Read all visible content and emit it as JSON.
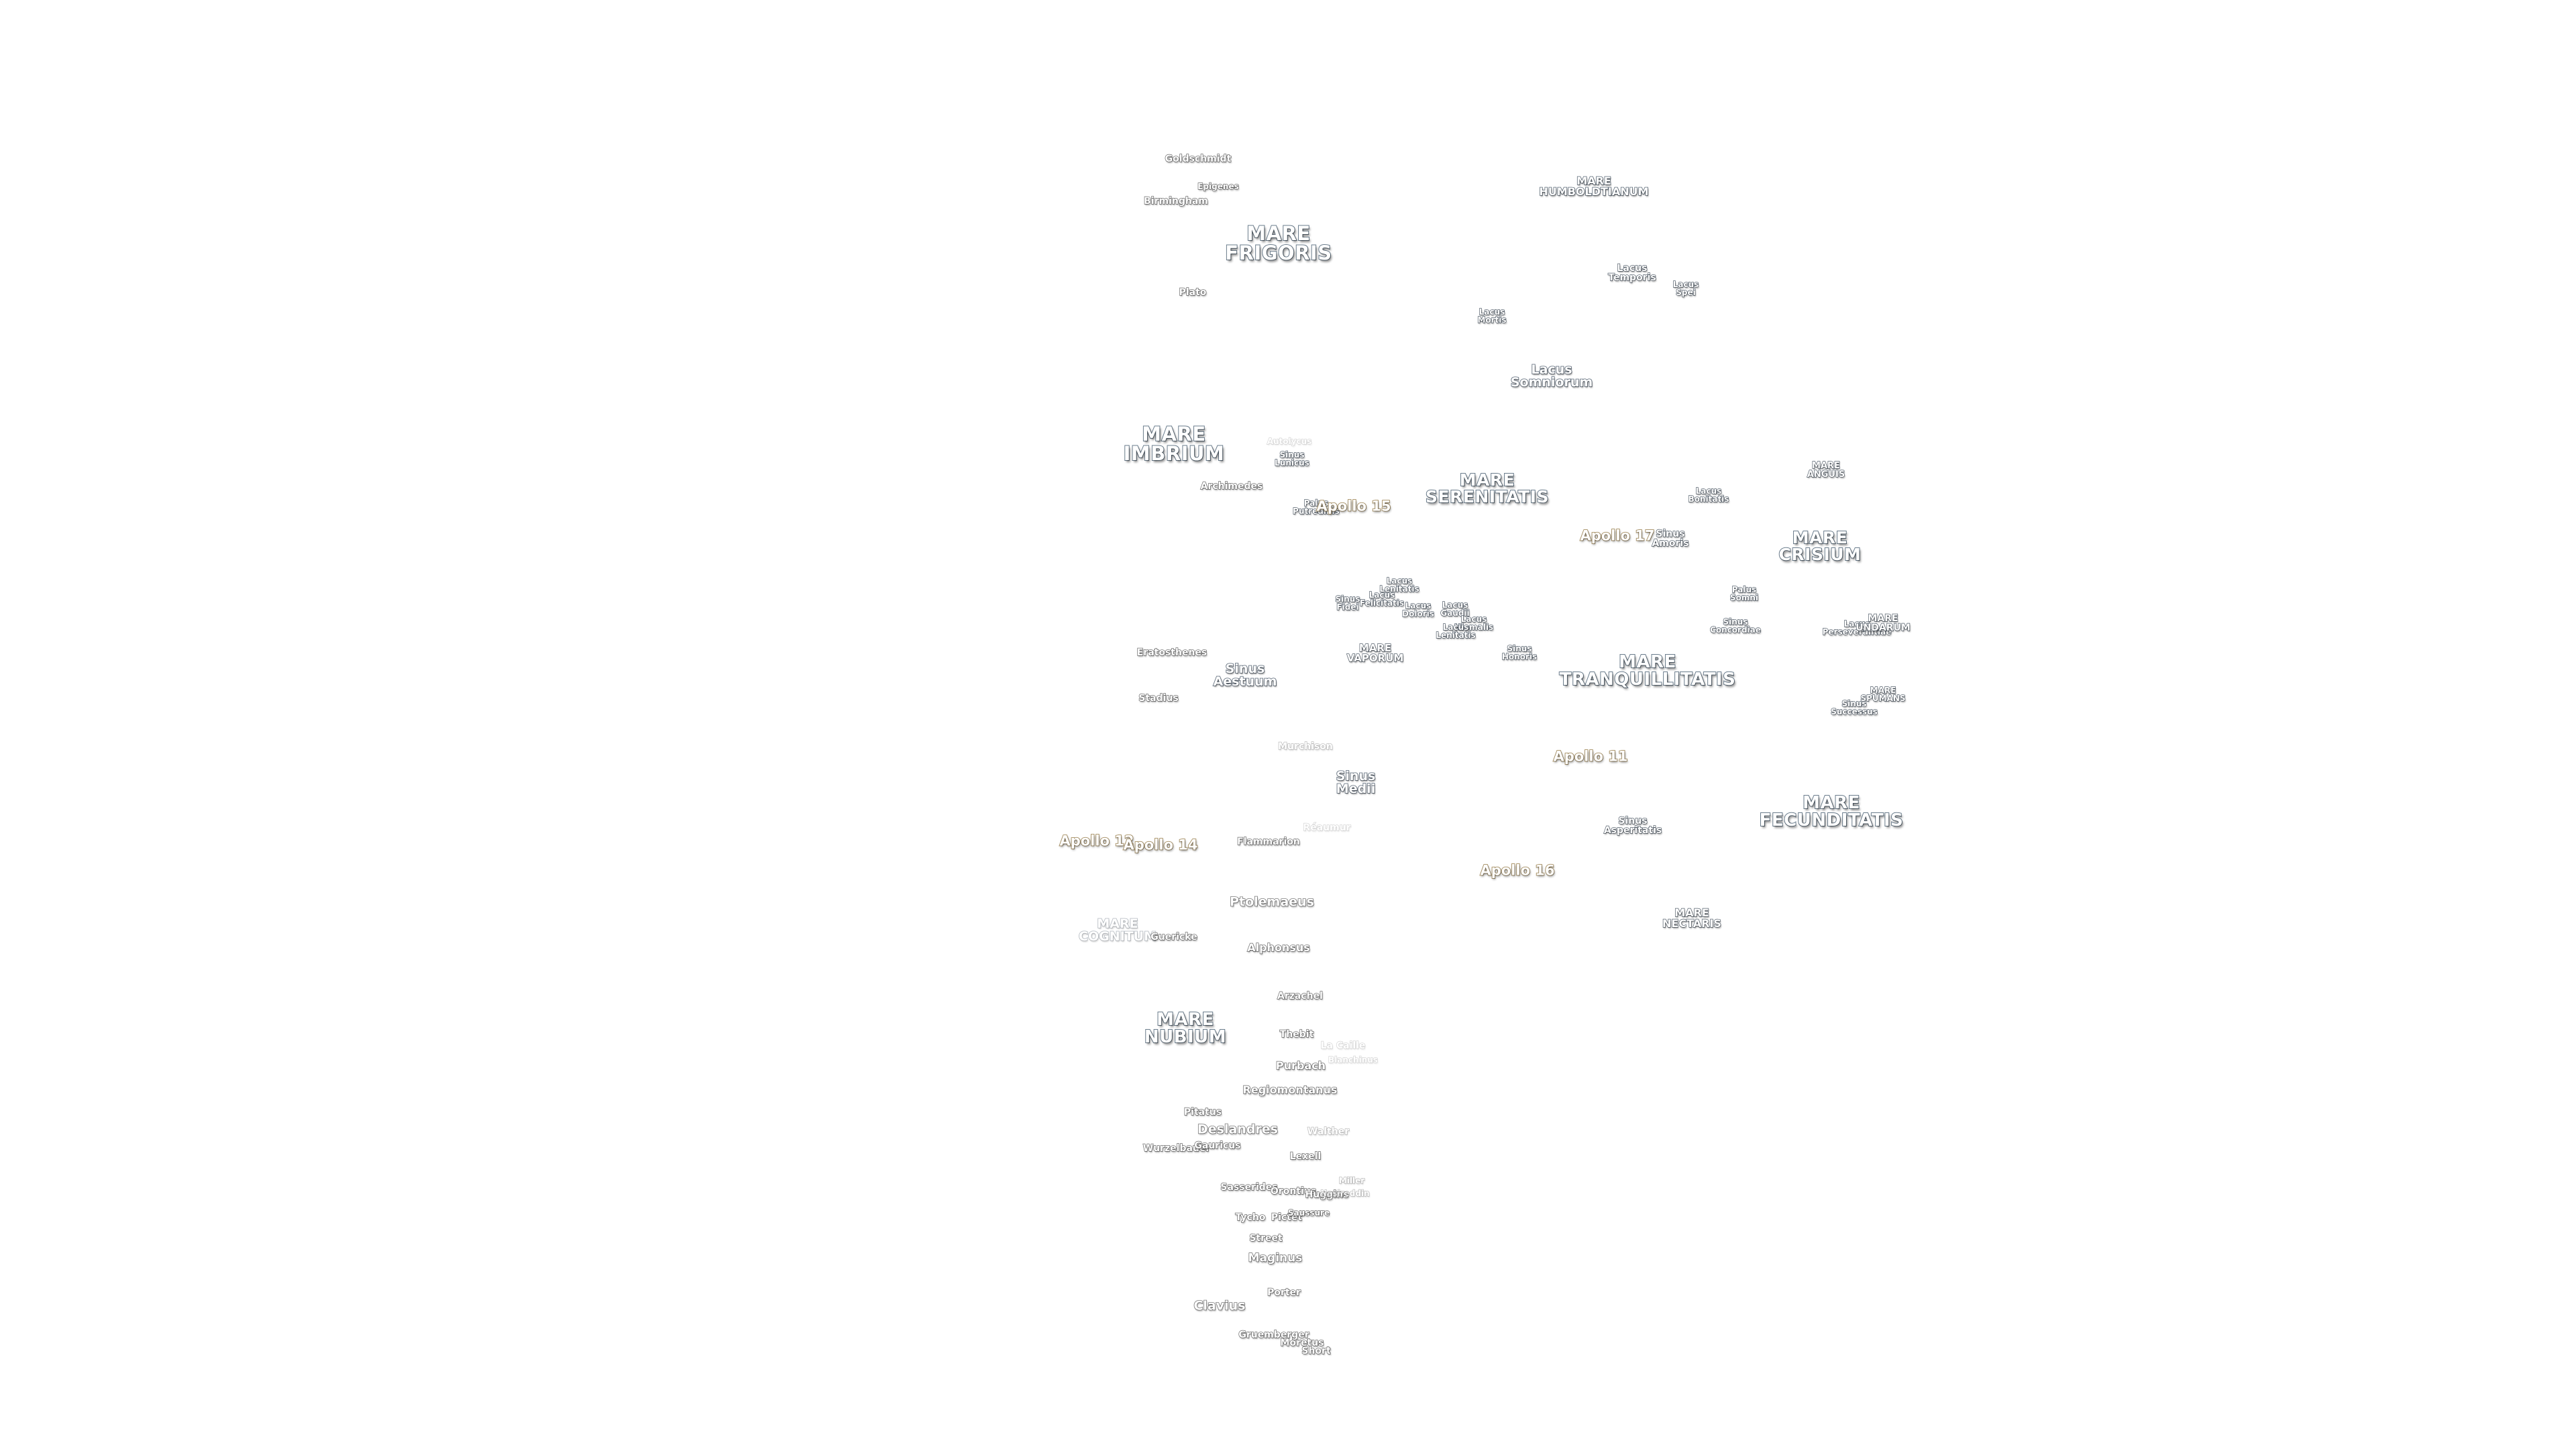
{
  "map": {
    "labels": [
      {
        "kind": "crater",
        "text": "Goldschmidt",
        "id": "goldschmidt"
      },
      {
        "kind": "crater",
        "text": "Epigenes",
        "id": "epigenes"
      },
      {
        "kind": "crater",
        "text": "Birmingham",
        "id": "birmingham"
      },
      {
        "kind": "mare",
        "text": "MARE\nFRIGORIS",
        "id": "mare-frigoris"
      },
      {
        "kind": "crater",
        "text": "Plato",
        "id": "plato"
      },
      {
        "kind": "mare-sm",
        "text": "MARE\nHUMBOLDTIANUM",
        "id": "mare-humboldtianum"
      },
      {
        "kind": "sm",
        "text": "Lacus\nTemporis",
        "id": "lacus-temporis"
      },
      {
        "kind": "sm",
        "text": "Lacus\nSpei",
        "id": "lacus-spei"
      },
      {
        "kind": "sm",
        "text": "Lacus\nMortis",
        "id": "lacus-mortis"
      },
      {
        "kind": "lacus",
        "text": "Lacus\nSomniorum",
        "id": "lacus-somniorum"
      },
      {
        "kind": "mare",
        "text": "MARE\nIMBRIUM",
        "id": "mare-imbrium"
      },
      {
        "kind": "crater",
        "text": "Autolycus",
        "id": "autolycus"
      },
      {
        "kind": "sm",
        "text": "Sinus\nLunicus",
        "id": "sinus-lunicus"
      },
      {
        "kind": "crater",
        "text": "Archimedes",
        "id": "archimedes"
      },
      {
        "kind": "sm",
        "text": "Palus\nPutredinis",
        "id": "palus-putredinis"
      },
      {
        "kind": "apollo",
        "text": "Apollo 15",
        "id": "apollo-15"
      },
      {
        "kind": "mare",
        "text": "MARE\nSERENITATIS",
        "id": "mare-serenitatis"
      },
      {
        "kind": "sm",
        "text": "Lacus\nBonitatis",
        "id": "lacus-bonitatis"
      },
      {
        "kind": "sm",
        "text": "MARE\nANGUIS",
        "id": "mare-anguis"
      },
      {
        "kind": "apollo",
        "text": "Apollo 17",
        "id": "apollo-17"
      },
      {
        "kind": "sm",
        "text": "Sinus\nAmoris",
        "id": "sinus-amoris"
      },
      {
        "kind": "mare",
        "text": "MARE\nCRISIUM",
        "id": "mare-crisium"
      },
      {
        "kind": "sm",
        "text": "Lacus\nLenitatis",
        "id": "lacus-lenitatis"
      },
      {
        "kind": "sm",
        "text": "Sinus\nFidei",
        "id": "sinus-fidei"
      },
      {
        "kind": "sm",
        "text": "Lacus\nFelicitatis",
        "id": "lacus-felicitatis"
      },
      {
        "kind": "sm",
        "text": "Lacus\nDoloris",
        "id": "lacus-doloris"
      },
      {
        "kind": "sm",
        "text": "Lacus\nGaudii",
        "id": "lacus-gaudii"
      },
      {
        "kind": "sm",
        "text": "Lacus\nHiemalis",
        "id": "lacus-hiemalis"
      },
      {
        "kind": "sm",
        "text": "Lacus\nLenitatis",
        "id": "lacus-lenitatis-2"
      },
      {
        "kind": "sm",
        "text": "Palus\nSomni",
        "id": "palus-somni"
      },
      {
        "kind": "sm",
        "text": "Sinus\nConcordiae",
        "id": "sinus-concordiae"
      },
      {
        "kind": "sm",
        "text": "Lacus\nPerseverantiae",
        "id": "lacus-perseverantiae"
      },
      {
        "kind": "sm",
        "text": "MARE\nUNDARUM",
        "id": "mare-undarum"
      },
      {
        "kind": "crater",
        "text": "Eratosthenes",
        "id": "eratosthenes"
      },
      {
        "kind": "sm",
        "text": "MARE\nVAPORUM",
        "id": "mare-vaporum"
      },
      {
        "kind": "sm",
        "text": "Sinus\nHonoris",
        "id": "sinus-honoris"
      },
      {
        "kind": "lacus",
        "text": "Sinus\nAestuum",
        "id": "sinus-aestuum"
      },
      {
        "kind": "mare",
        "text": "MARE\nTRANQUILLITATIS",
        "id": "mare-tranquillitatis"
      },
      {
        "kind": "crater",
        "text": "Stadius",
        "id": "stadius"
      },
      {
        "kind": "sm",
        "text": "MARE\nSPUMANS",
        "id": "mare-spumans"
      },
      {
        "kind": "sm",
        "text": "Sinus\nSuccessus",
        "id": "sinus-successus"
      },
      {
        "kind": "crater",
        "text": "Murchison",
        "id": "murchison"
      },
      {
        "kind": "apollo",
        "text": "Apollo 11",
        "id": "apollo-11"
      },
      {
        "kind": "lacus",
        "text": "Sinus\nMedii",
        "id": "sinus-medii"
      },
      {
        "kind": "mare",
        "text": "MARE\nFECUNDITATIS",
        "id": "mare-fecunditatis"
      },
      {
        "kind": "sm",
        "text": "Sinus\nAsperitatis",
        "id": "sinus-asperitatis"
      },
      {
        "kind": "crater",
        "text": "Réaumur",
        "id": "reaumur"
      },
      {
        "kind": "apollo",
        "text": "Apollo 12",
        "id": "apollo-12"
      },
      {
        "kind": "apollo",
        "text": "Apollo 14",
        "id": "apollo-14"
      },
      {
        "kind": "crater",
        "text": "Flammarion",
        "id": "flammarion"
      },
      {
        "kind": "apollo",
        "text": "Apollo 16",
        "id": "apollo-16"
      },
      {
        "kind": "crater-lg",
        "text": "Ptolemaeus",
        "id": "ptolemaeus"
      },
      {
        "kind": "sm",
        "text": "MARE\nNECTARIS",
        "id": "mare-nectaris"
      },
      {
        "kind": "lacus",
        "text": "MARE\nCOGNITUM",
        "id": "mare-cognitum"
      },
      {
        "kind": "crater",
        "text": "Guericke",
        "id": "guericke"
      },
      {
        "kind": "crater",
        "text": "Alphonsus",
        "id": "alphonsus"
      },
      {
        "kind": "crater",
        "text": "Arzachel",
        "id": "arzachel"
      },
      {
        "kind": "mare",
        "text": "MARE\nNUBIUM",
        "id": "mare-nubium"
      },
      {
        "kind": "crater",
        "text": "Thebit",
        "id": "thebit"
      },
      {
        "kind": "crater",
        "text": "La Caille",
        "id": "la-caille"
      },
      {
        "kind": "crater",
        "text": "Blanchinus",
        "id": "blanchinus"
      },
      {
        "kind": "crater",
        "text": "Purbach",
        "id": "purbach"
      },
      {
        "kind": "crater",
        "text": "Regiomontanus",
        "id": "regiomontanus"
      },
      {
        "kind": "crater",
        "text": "Pitatus",
        "id": "pitatus"
      },
      {
        "kind": "crater-lg",
        "text": "Deslandres",
        "id": "deslandres"
      },
      {
        "kind": "crater",
        "text": "Walther",
        "id": "walther"
      },
      {
        "kind": "crater",
        "text": "Wurzelbauer",
        "id": "wurzelbauer"
      },
      {
        "kind": "crater",
        "text": "Gauricus",
        "id": "gauricus"
      },
      {
        "kind": "crater",
        "text": "Lexell",
        "id": "lexell"
      },
      {
        "kind": "crater",
        "text": "Miller",
        "id": "miller"
      },
      {
        "kind": "crater",
        "text": "Sasserides",
        "id": "sasserides"
      },
      {
        "kind": "crater",
        "text": "Orontius",
        "id": "orontius"
      },
      {
        "kind": "crater",
        "text": "Huggins",
        "id": "huggins"
      },
      {
        "kind": "crater",
        "text": "Nasireddin",
        "id": "nasireddin"
      },
      {
        "kind": "crater",
        "text": "Tycho",
        "id": "tycho"
      },
      {
        "kind": "crater",
        "text": "Pictet",
        "id": "pictet"
      },
      {
        "kind": "crater",
        "text": "Saussure",
        "id": "saussure"
      },
      {
        "kind": "crater",
        "text": "Street",
        "id": "street"
      },
      {
        "kind": "crater-lg",
        "text": "Maginus",
        "id": "maginus"
      },
      {
        "kind": "crater",
        "text": "Porter",
        "id": "porter"
      },
      {
        "kind": "crater-lg",
        "text": "Clavius",
        "id": "clavius"
      },
      {
        "kind": "crater",
        "text": "Gruemberger",
        "id": "gruemberger"
      },
      {
        "kind": "crater",
        "text": "Moretus",
        "id": "moretus"
      },
      {
        "kind": "crater",
        "text": "Short",
        "id": "short"
      }
    ]
  }
}
